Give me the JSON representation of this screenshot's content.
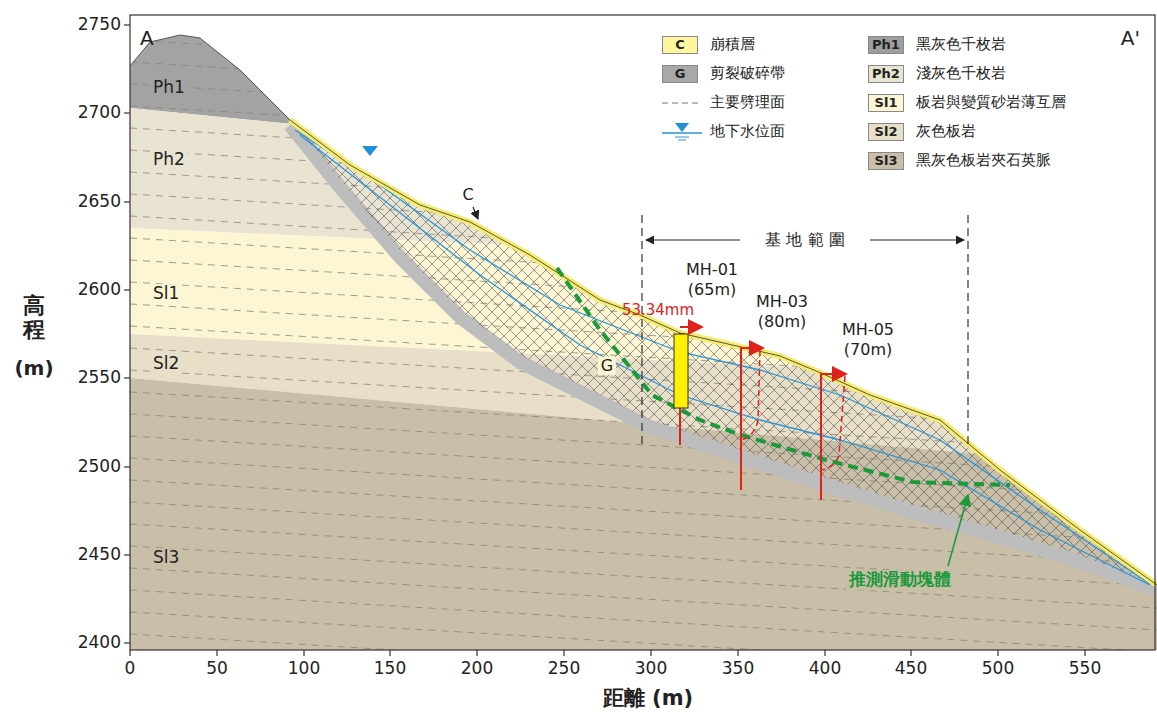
{
  "diagram": {
    "labels": [
      "A",
      "A'",
      "2750",
      "2700",
      "2650",
      "2600",
      "2550",
      "2500",
      "2450",
      "2400",
      "0",
      "50",
      "100",
      "150",
      "200",
      "250",
      "300",
      "350",
      "400",
      "450",
      "500",
      "550",
      "高程",
      "(m)",
      "距離 (m)",
      "C",
      "G",
      "Ph1",
      "Ph2",
      "Sl1",
      "Sl2",
      "Sl3",
      "Ph1",
      "Ph2",
      "Sl1",
      "Sl2",
      "Sl3",
      "C",
      "G",
      "基 地 範 圍",
      "MH-01",
      "(65m)",
      "53.34mm",
      "MH-03",
      "(80m)",
      "MH-05",
      "(70m)",
      "推測滑動塊體"
    ],
    "legend": [
      {
        "text": "崩積層",
        "color": "#fff7a0"
      },
      {
        "text": "剪裂破碎帶",
        "color": "#a8a8a8"
      },
      {
        "text": "主要劈理面"
      },
      {
        "text": "地下水位面"
      },
      {
        "text": "黑灰色千枚岩",
        "color": "#9e9e9e"
      },
      {
        "text": "淺灰色千枚岩",
        "color": "#e9e4d2"
      },
      {
        "text": "板岩與變質砂岩薄互層",
        "color": "#fcf6d4"
      },
      {
        "text": "灰色板岩",
        "color": "#e8dfc8"
      },
      {
        "text": "黑灰色板岩夾石英脈",
        "color": "#c9bfa8"
      }
    ]
  }
}
